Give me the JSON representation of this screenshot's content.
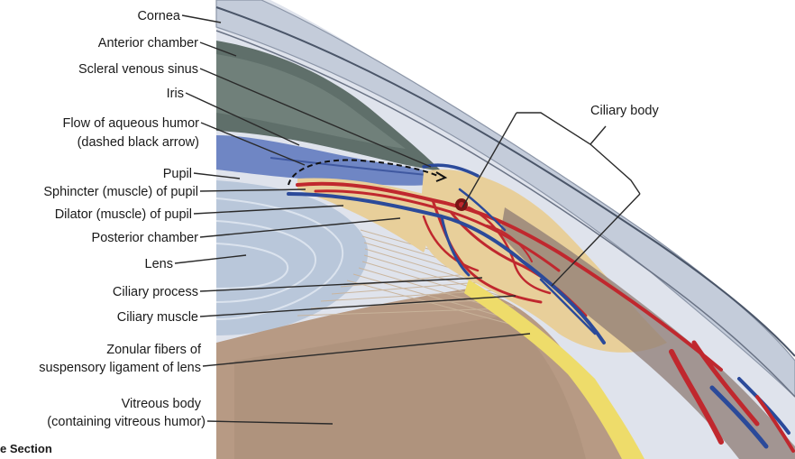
{
  "labels": {
    "cornea": "Cornea",
    "anterior_chamber": "Anterior chamber",
    "scleral_venous_sinus": "Scleral venous sinus",
    "iris": "Iris",
    "flow_line1": "Flow of aqueous humor",
    "flow_line2": "(dashed black arrow)",
    "pupil": "Pupil",
    "sphincter": "Sphincter (muscle) of pupil",
    "dilator": "Dilator (muscle) of pupil",
    "posterior_chamber": "Posterior chamber",
    "lens": "Lens",
    "ciliary_process": "Ciliary process",
    "ciliary_muscle": "Ciliary muscle",
    "zonular_line1": "Zonular fibers of",
    "zonular_line2": "suspensory ligament of lens",
    "vitreous_line1": "Vitreous body",
    "vitreous_line2": "(containing vitreous humor)",
    "ciliary_body": "Ciliary body",
    "section_caption": "e Section"
  },
  "colors": {
    "sclera": "#dfe3ec",
    "cornea_outer": "#c9d0dd",
    "anterior_chamber": "#5f6f6a",
    "iris": "#6f86c4",
    "lens": "#b9c7da",
    "ciliary": "#e8cf9a",
    "vitreous": "#b79a84",
    "zonules": "#c9b49b",
    "vein": "#2b4a9a",
    "artery": "#c0282e",
    "yellow_layer": "#eedc6a"
  }
}
